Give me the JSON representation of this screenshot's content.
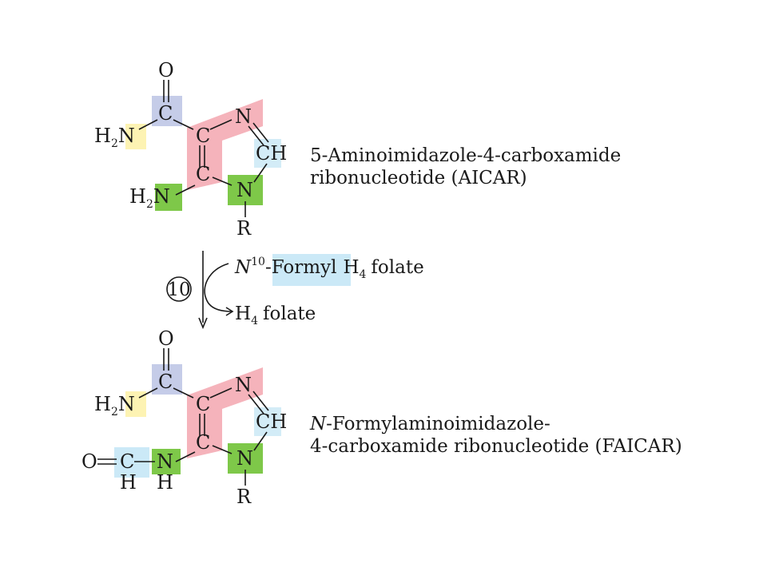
{
  "atoms": {
    "O": "O",
    "C": "C",
    "N": "N",
    "H": "H",
    "R": "R",
    "H2N_H": "H",
    "H2N_sub": "2",
    "H2N_N": "N",
    "CH": "CH"
  },
  "top_compound": {
    "name_line1": "5-Aminoimidazole-4-carboxamide",
    "name_line2": "ribonucleotide (AICAR)"
  },
  "reaction": {
    "step_number": "10",
    "cofactor_in_prefix": "N",
    "cofactor_in_sup": "10",
    "cofactor_in_formyl": "-Formyl",
    "cofactor_in_H": "H",
    "cofactor_in_sub": "4",
    "cofactor_in_suffix": "folate",
    "cofactor_out_H": "H",
    "cofactor_out_sub": "4",
    "cofactor_out_suffix": "folate"
  },
  "bottom_compound": {
    "name_line1_italic": "N",
    "name_line1_rest": "-Formylaminoimidazole-",
    "name_line2": "4-carboxamide ribonucleotide (FAICAR)"
  },
  "colors": {
    "blue_carbon": "#c5cce8",
    "yellow_amide": "#fdf3b3",
    "pink_ring": "#f5b3bb",
    "green_n": "#7ec849",
    "lightblue_ch": "#d3ecf7",
    "formyl_highlight": "#cbe9f7"
  }
}
